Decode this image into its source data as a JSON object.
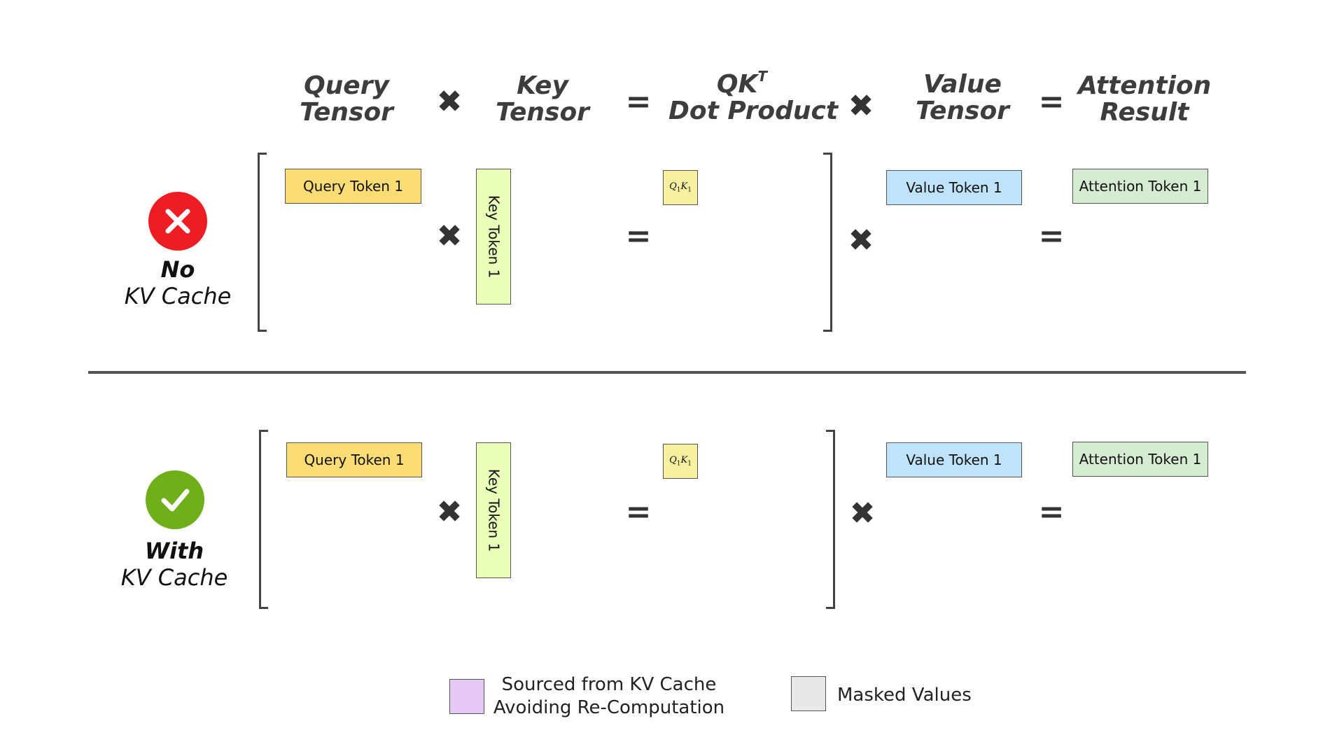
{
  "headers": {
    "query": [
      "Query",
      "Tensor"
    ],
    "key": [
      "Key",
      "Tensor"
    ],
    "dot_product": {
      "line1": "QK",
      "sup": "T",
      "line2": "Dot Product"
    },
    "value": [
      "Value",
      "Tensor"
    ],
    "attention": [
      "Attention",
      "Result"
    ]
  },
  "operators": {
    "multiply": "✖",
    "equals": "="
  },
  "rows": [
    {
      "label_bold": "No",
      "label_italic": "KV Cache",
      "status": "x-icon",
      "status_color": "#ee1d23",
      "query_token": "Query Token 1",
      "key_token": "Key Token 1",
      "qk_token": {
        "q": "Q",
        "qsub": "1",
        "k": "K",
        "ksub": "1"
      },
      "value_token": "Value Token 1",
      "attention_token": "Attention Token 1"
    },
    {
      "label_bold": "With",
      "label_italic": "KV Cache",
      "status": "check-icon",
      "status_color": "#6fb01a",
      "query_token": "Query Token 1",
      "key_token": "Key Token 1",
      "qk_token": {
        "q": "Q",
        "qsub": "1",
        "k": "K",
        "ksub": "1"
      },
      "value_token": "Value Token 1",
      "attention_token": "Attention Token 1"
    }
  ],
  "legend": {
    "kv_cache": {
      "line1": "Sourced from KV Cache",
      "line2": "Avoiding Re-Computation",
      "color": "#e6c8f5"
    },
    "masked": {
      "label": "Masked Values",
      "color": "#e8e8e8"
    }
  },
  "colors": {
    "query": "#fcdc74",
    "key": "#eaffb8",
    "qk": "#f6f0a0",
    "value": "#bfe3fb",
    "attention": "#d6ecd2"
  }
}
